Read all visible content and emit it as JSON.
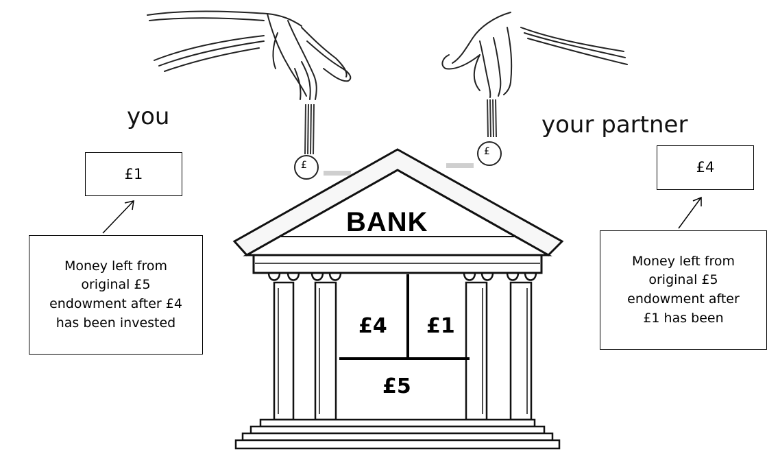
{
  "labels": {
    "you": "you",
    "partner": "your partner",
    "bank": "BANK"
  },
  "left_box": {
    "amount": "£1",
    "note_lines": [
      "Money left from",
      "original £5",
      "endowment after £4",
      "has been invested"
    ]
  },
  "right_box": {
    "amount": "£4",
    "note_lines": [
      "Money left from",
      "original £5",
      "endowment after",
      "£1 has been"
    ]
  },
  "bank_values": {
    "you_invested": "£4",
    "partner_invested": "£1",
    "total": "£5"
  },
  "coins": {
    "left_symbol": "£",
    "right_symbol": "£"
  }
}
